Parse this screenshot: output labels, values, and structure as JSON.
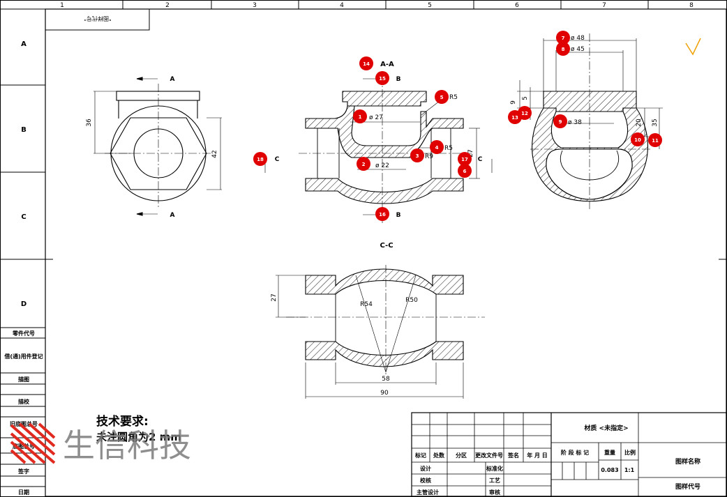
{
  "frame": {
    "columns": [
      "1",
      "2",
      "3",
      "4",
      "5",
      "6",
      "7",
      "8"
    ],
    "rows": [
      "A",
      "B",
      "C",
      "D"
    ],
    "top_left_box": "\"图样代号\""
  },
  "left_strip": [
    "零件代号",
    "借(通)用件登记",
    "描图",
    "描校",
    "旧底图总号",
    "底图总号",
    "签字",
    "日期"
  ],
  "views": {
    "section_aa_label": "A-A",
    "section_cc_label": "C-C",
    "cut_a": "A",
    "cut_b": "B",
    "cut_c": "C"
  },
  "dimensions": {
    "d36": "36",
    "d42": "42",
    "d27_bore": "ø 27",
    "d22": "ø 22",
    "r5_top": "R5",
    "r5_mid": "R5",
    "r9": "R9",
    "d27_right": "27",
    "d48": "ø 48",
    "d45": "ø 45",
    "d38": "ø 38",
    "d9": "9",
    "d5": "5",
    "d20": "20",
    "d35": "35",
    "d27_cc": "27",
    "r54": "R54",
    "r50": "R50",
    "d58": "58",
    "d90": "90"
  },
  "balloons": [
    "1",
    "2",
    "3",
    "4",
    "5",
    "6",
    "7",
    "8",
    "9",
    "10",
    "11",
    "12",
    "13",
    "14",
    "15",
    "16",
    "17",
    "18"
  ],
  "tech_req": {
    "title": "技术要求:",
    "line1": "未注圆角为2 mm"
  },
  "watermark": "生信科技",
  "title_block": {
    "material": "材质 <未指定>",
    "drawing_name": "图样名称",
    "drawing_code": "图样代号",
    "h_mark": "标记",
    "h_count": "处数",
    "h_zone": "分区",
    "h_change": "更改文件号",
    "h_sign": "签名",
    "h_date": "年 月 日",
    "h_stage": "阶 段 标 记",
    "h_weight": "重量",
    "h_scale": "比例",
    "design": "设计",
    "standard": "标准化",
    "check": "校核",
    "process": "工艺",
    "chief": "主管设计",
    "review": "审核",
    "weight": "0.083",
    "scale": "1:1"
  },
  "colors": {
    "balloon": "#e00000",
    "check": "#f0a000",
    "watermark_red": "#e02a20",
    "watermark_gray": "#7a7a7a"
  }
}
